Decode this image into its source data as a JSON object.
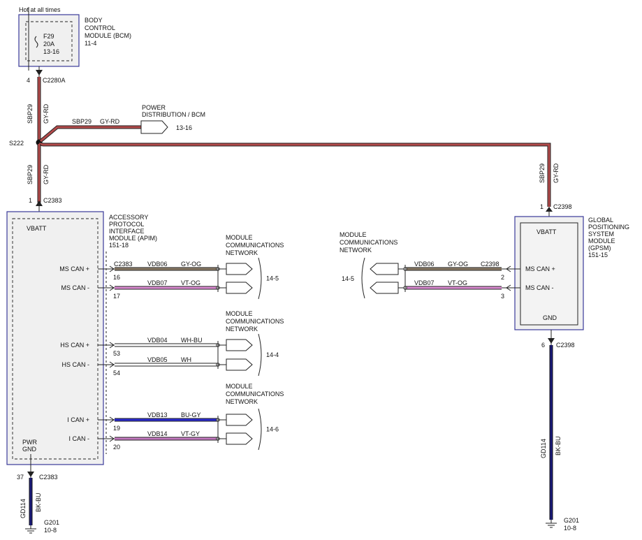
{
  "colors": {
    "gy_rd": "#b34a4a",
    "gy_og": "#8a7a66",
    "vt_og": "#d98ad0",
    "wh": "#ffffff",
    "bu_gy": "#2a2ad0",
    "vt_gy": "#c47ac0",
    "bk_bu": "#1a1a7a",
    "module_border": "#3a3a9a"
  },
  "bcm": {
    "hot_label": "Hot at all times",
    "fuse_id": "F29",
    "fuse_amps": "20A",
    "fuse_ref": "13-16",
    "name_lines": [
      "BODY",
      "CONTROL",
      "MODULE (BCM)",
      "11-4"
    ],
    "pin": "4",
    "connector": "C2280A"
  },
  "feed": {
    "circuit": "SBP29",
    "color": "GY-RD",
    "splice": "S222",
    "branch_circuit": "SBP29",
    "branch_color": "GY-RD",
    "pd_lines": [
      "POWER",
      "DISTRIBUTION / BCM"
    ],
    "pd_ref": "13-16"
  },
  "apim": {
    "top_pin": "1",
    "top_connector": "C2383",
    "name_lines": [
      "ACCESSORY",
      "PROTOCOL",
      "INTERFACE",
      "MODULE (APIM)",
      "151-18"
    ],
    "vbatt": "VBATT",
    "pwr": "PWR",
    "gnd": "GND",
    "gnd_pin": "37",
    "gnd_connector": "C2383",
    "gnd_circuit": "GD114",
    "gnd_color": "BK-BU",
    "ground_id": "G201",
    "ground_ref": "10-8",
    "signals": [
      {
        "label": "MS CAN +",
        "pin": "16",
        "connector": "C2383",
        "circuit": "VDB06",
        "color": "GY-OG"
      },
      {
        "label": "MS CAN -",
        "pin": "17",
        "connector": "",
        "circuit": "VDB07",
        "color": "VT-OG"
      },
      {
        "label": "HS CAN +",
        "pin": "53",
        "connector": "",
        "circuit": "VDB04",
        "color": "WH-BU"
      },
      {
        "label": "HS CAN -",
        "pin": "54",
        "connector": "",
        "circuit": "VDB05",
        "color": "WH"
      },
      {
        "label": "I CAN +",
        "pin": "19",
        "connector": "",
        "circuit": "VDB13",
        "color": "BU-GY"
      },
      {
        "label": "I CAN -",
        "pin": "20",
        "connector": "",
        "circuit": "VDB14",
        "color": "VT-GY"
      }
    ]
  },
  "networks": [
    {
      "lines": [
        "MODULE",
        "COMMUNICATIONS",
        "NETWORK"
      ],
      "ref": "14-5"
    },
    {
      "lines": [
        "MODULE",
        "COMMUNICATIONS",
        "NETWORK"
      ],
      "ref": "14-4"
    },
    {
      "lines": [
        "MODULE",
        "COMMUNICATIONS",
        "NETWORK"
      ],
      "ref": "14-6"
    },
    {
      "lines": [
        "MODULE",
        "COMMUNICATIONS",
        "NETWORK"
      ],
      "ref": "14-5"
    }
  ],
  "gpsm": {
    "top_pin": "1",
    "top_connector": "C2398",
    "circuit": "SBP29",
    "color": "GY-RD",
    "name_lines": [
      "GLOBAL",
      "POSITIONING",
      "SYSTEM",
      "MODULE",
      "(GPSM)",
      "151-15"
    ],
    "vbatt": "VBATT",
    "gnd": "GND",
    "gnd_pin": "6",
    "gnd_connector": "C2398",
    "gnd_circuit": "GD114",
    "gnd_color": "BK-BU",
    "ground_id": "G201",
    "ground_ref": "10-8",
    "signals": [
      {
        "label": "MS CAN +",
        "pin": "2",
        "connector": "C2398",
        "circuit": "VDB06",
        "color": "GY-OG"
      },
      {
        "label": "MS CAN -",
        "pin": "3",
        "connector": "",
        "circuit": "VDB07",
        "color": "VT-OG"
      }
    ]
  }
}
